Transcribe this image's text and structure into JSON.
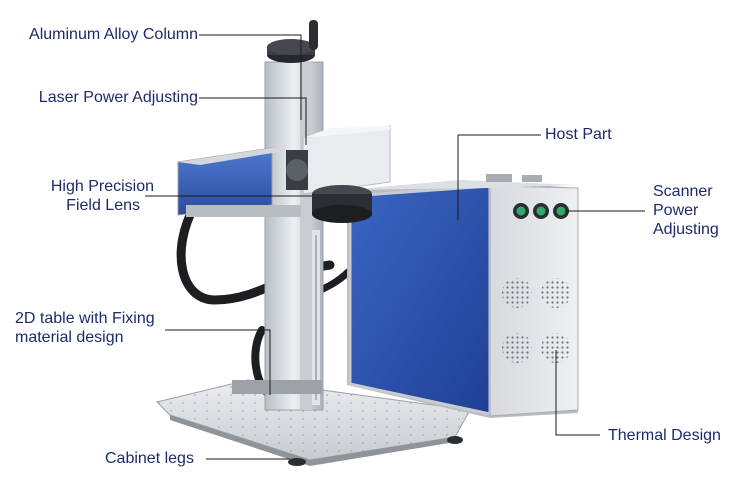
{
  "diagram": {
    "colors": {
      "label_text": "#1f2a6b",
      "leader_line": "#1a1a1a",
      "cabinet_blue": "#2a55b5",
      "frame_silver": "#cfd3d8",
      "dark_metal": "#3a3e44",
      "green_knob": "#2faa6a"
    },
    "callouts": [
      {
        "id": "aluminum-alloy-column",
        "lines": [
          "Aluminum Alloy Column"
        ]
      },
      {
        "id": "laser-power-adjusting",
        "lines": [
          "Laser Power Adjusting"
        ]
      },
      {
        "id": "high-precision-field-lens",
        "lines": [
          "High Precision",
          "Field Lens"
        ]
      },
      {
        "id": "2d-table",
        "lines": [
          "2D table with Fixing",
          "material design"
        ]
      },
      {
        "id": "cabinet-legs",
        "lines": [
          "Cabinet legs"
        ]
      },
      {
        "id": "host-part",
        "lines": [
          "Host Part"
        ]
      },
      {
        "id": "scanner-power-adjusting",
        "lines": [
          "Scanner",
          "Power",
          "Adjusting"
        ]
      },
      {
        "id": "thermal-design",
        "lines": [
          "Thermal Design"
        ]
      }
    ]
  }
}
